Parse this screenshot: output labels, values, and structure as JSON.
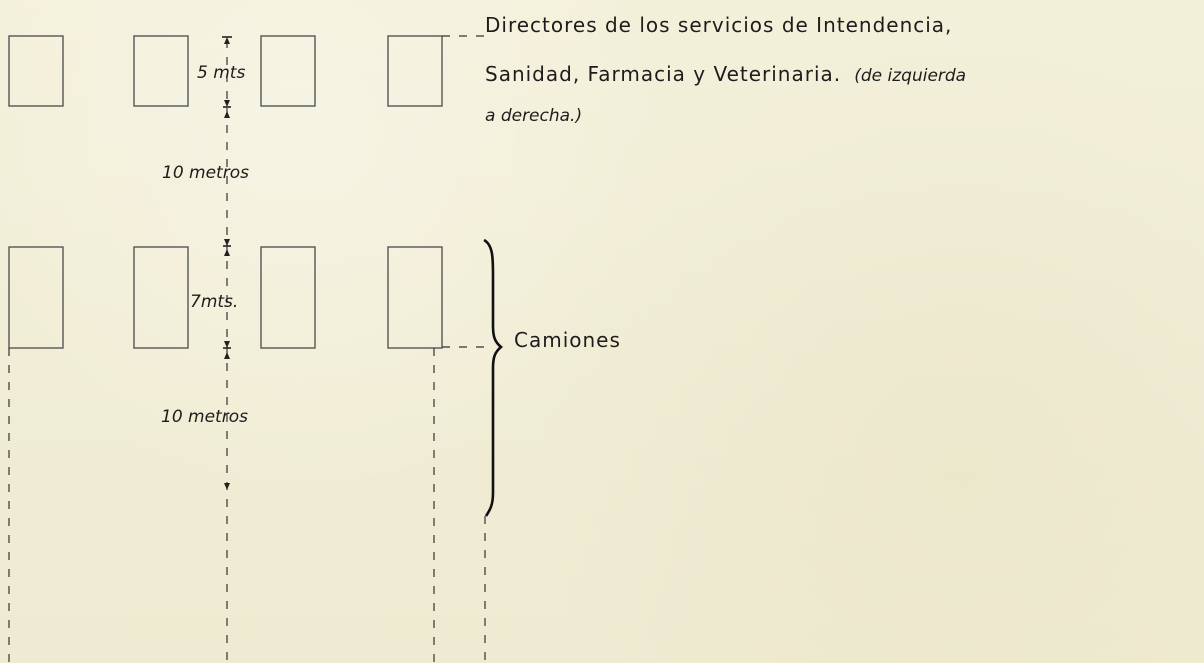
{
  "diagram": {
    "directors_line_1": "Directores de los servicios de Intendencia,",
    "directors_line_2_normal": "Sanidad, Farmacia y Veterinaria.",
    "directors_line_2_italic": "(de izquierda",
    "directors_line_3_italic": "a derecha.)",
    "spacing_5": "5 mts",
    "spacing_10_top": "10 metros",
    "spacing_7": "7mts.",
    "spacing_10_bottom": "10 metros",
    "camiones": "Camiones"
  }
}
